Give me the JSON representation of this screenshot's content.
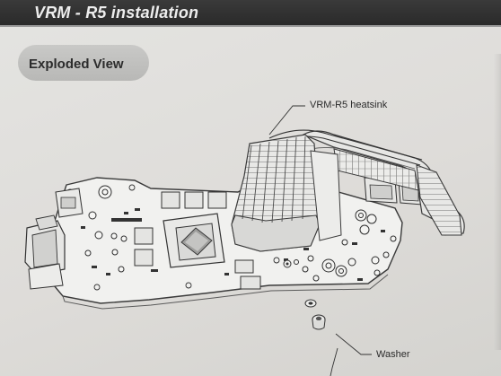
{
  "header": {
    "title": "VRM - R5 installation"
  },
  "section": {
    "label": "Exploded View"
  },
  "callouts": {
    "heatsink": "VRM-R5 heatsink",
    "washer": "Washer"
  }
}
